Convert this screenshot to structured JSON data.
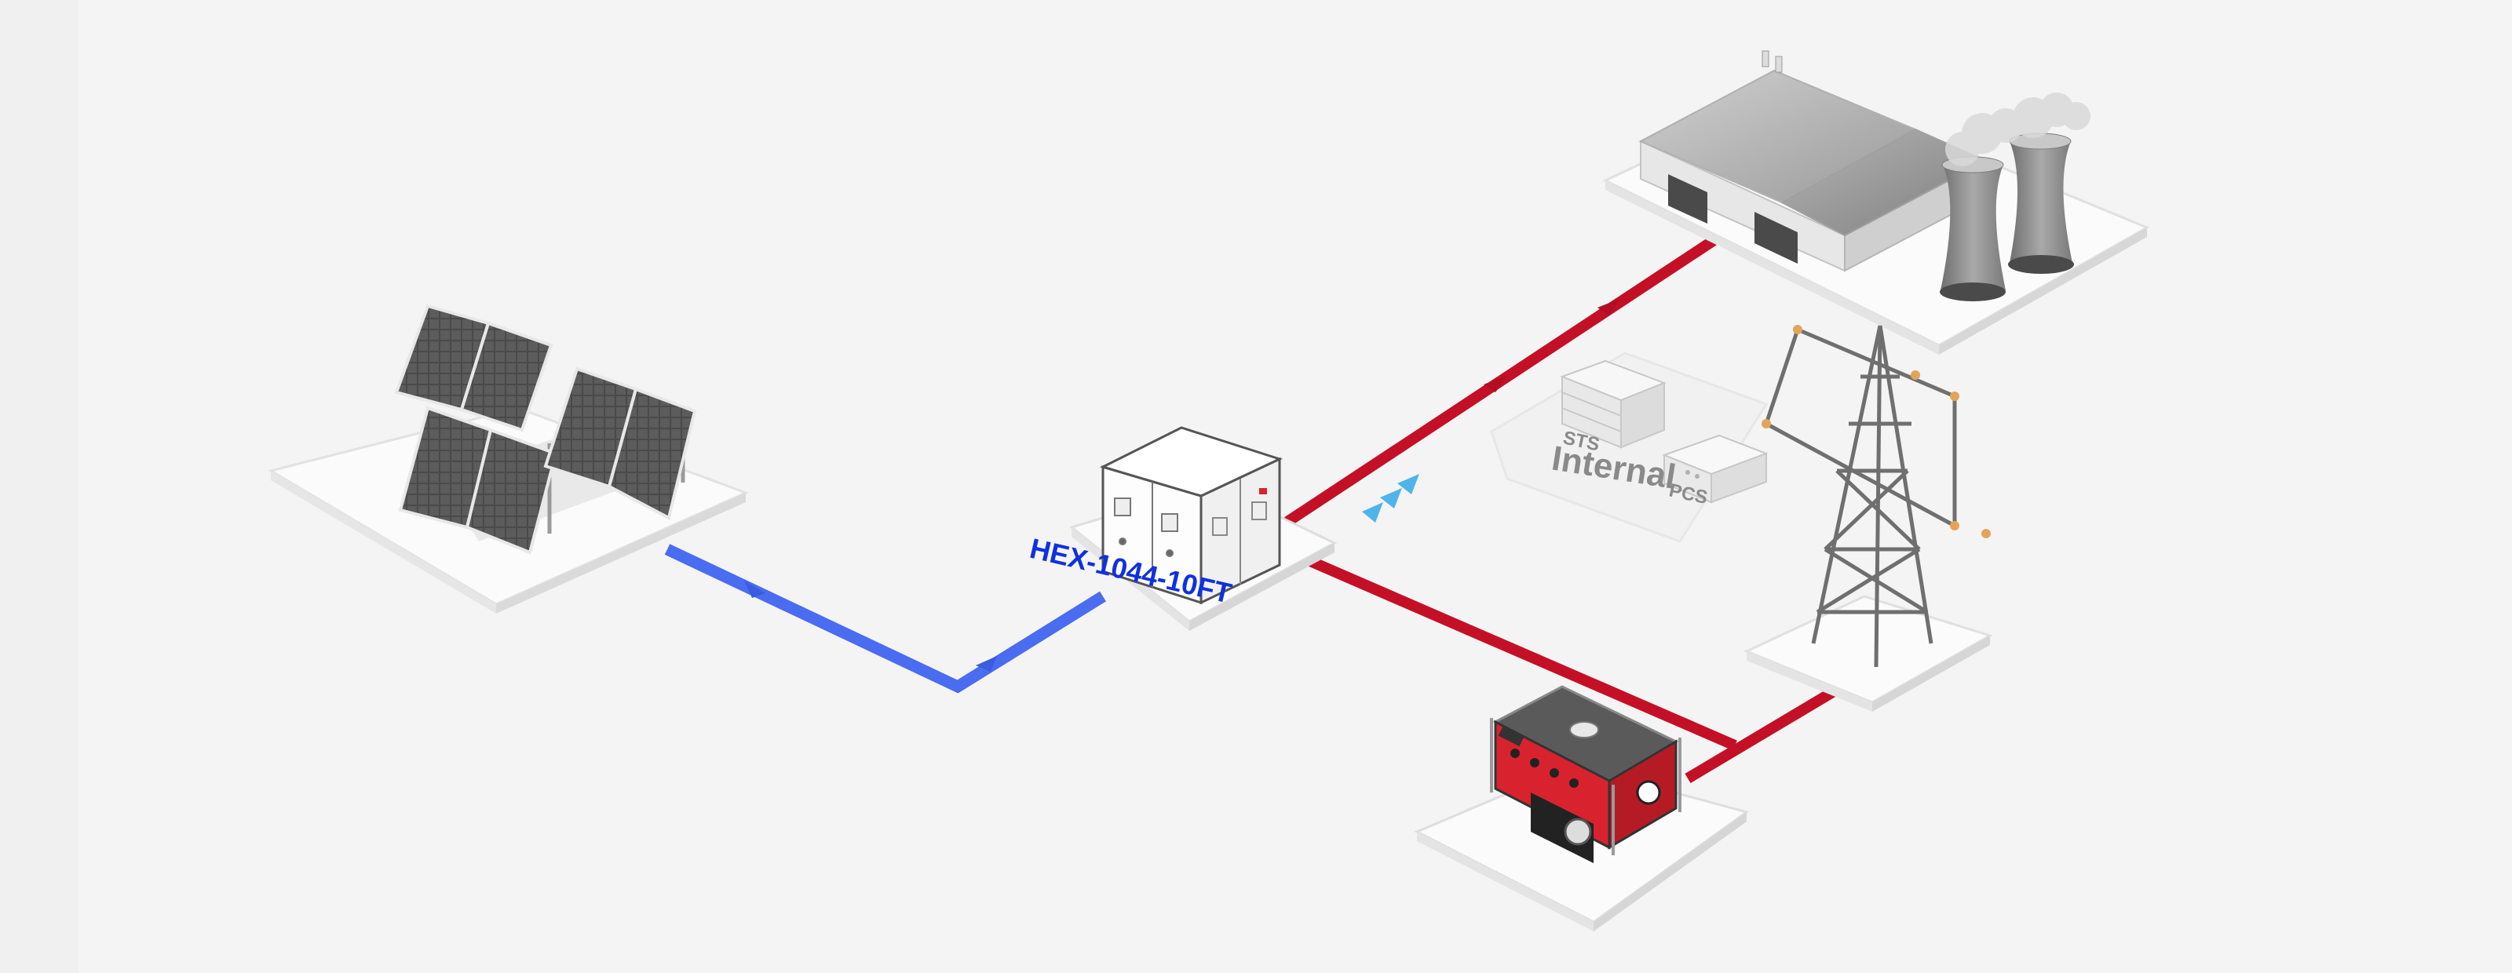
{
  "diagram": {
    "product_label": "HEX-1044-10FT",
    "internal_label": "Internal",
    "sts_label": "STS",
    "pcs_label": "PCS"
  },
  "colors": {
    "background": "#f4f4f4",
    "dc_line": "#4a6cf0",
    "ac_line": "#c41026",
    "product_label": "#1030e0",
    "flow_arrows": "#4fb4ea",
    "internal_text": "#8a8a8a",
    "generator_red": "#d8232e"
  },
  "icons": {
    "solar": "solar-panel-array-icon",
    "ess": "battery-container-icon",
    "factory": "factory-with-cooling-towers-icon",
    "tower": "transmission-tower-icon",
    "generator": "diesel-generator-icon"
  }
}
